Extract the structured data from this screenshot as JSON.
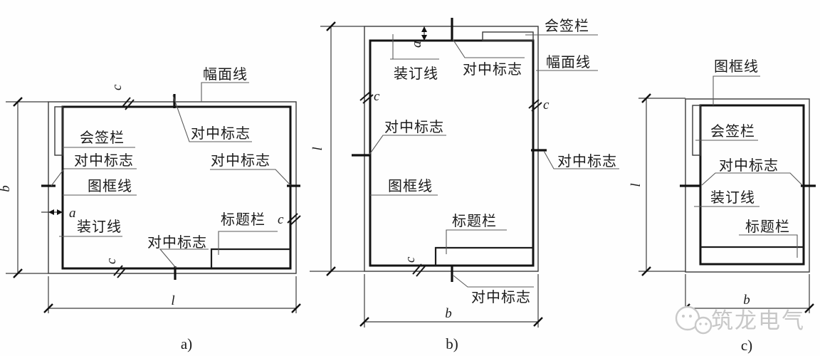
{
  "labels": {
    "sheet_line": "幅面线",
    "signature_bar": "会签栏",
    "centering_mark": "对中标志",
    "frame_line": "图框线",
    "binding_line": "装订线",
    "title_block": "标题栏"
  },
  "dims": {
    "length": "l",
    "breadth": "b",
    "binding": "a",
    "margin": "c"
  },
  "captions": {
    "a": "a)",
    "b": "b)",
    "c": "c)"
  },
  "watermark": {
    "text": "筑龙电气"
  },
  "colors": {
    "line": "#1c1c1c",
    "leader": "#5a5a5a",
    "text": "#1b1b1b",
    "watermark": "#c7c7c7",
    "background": "#ffffff"
  }
}
